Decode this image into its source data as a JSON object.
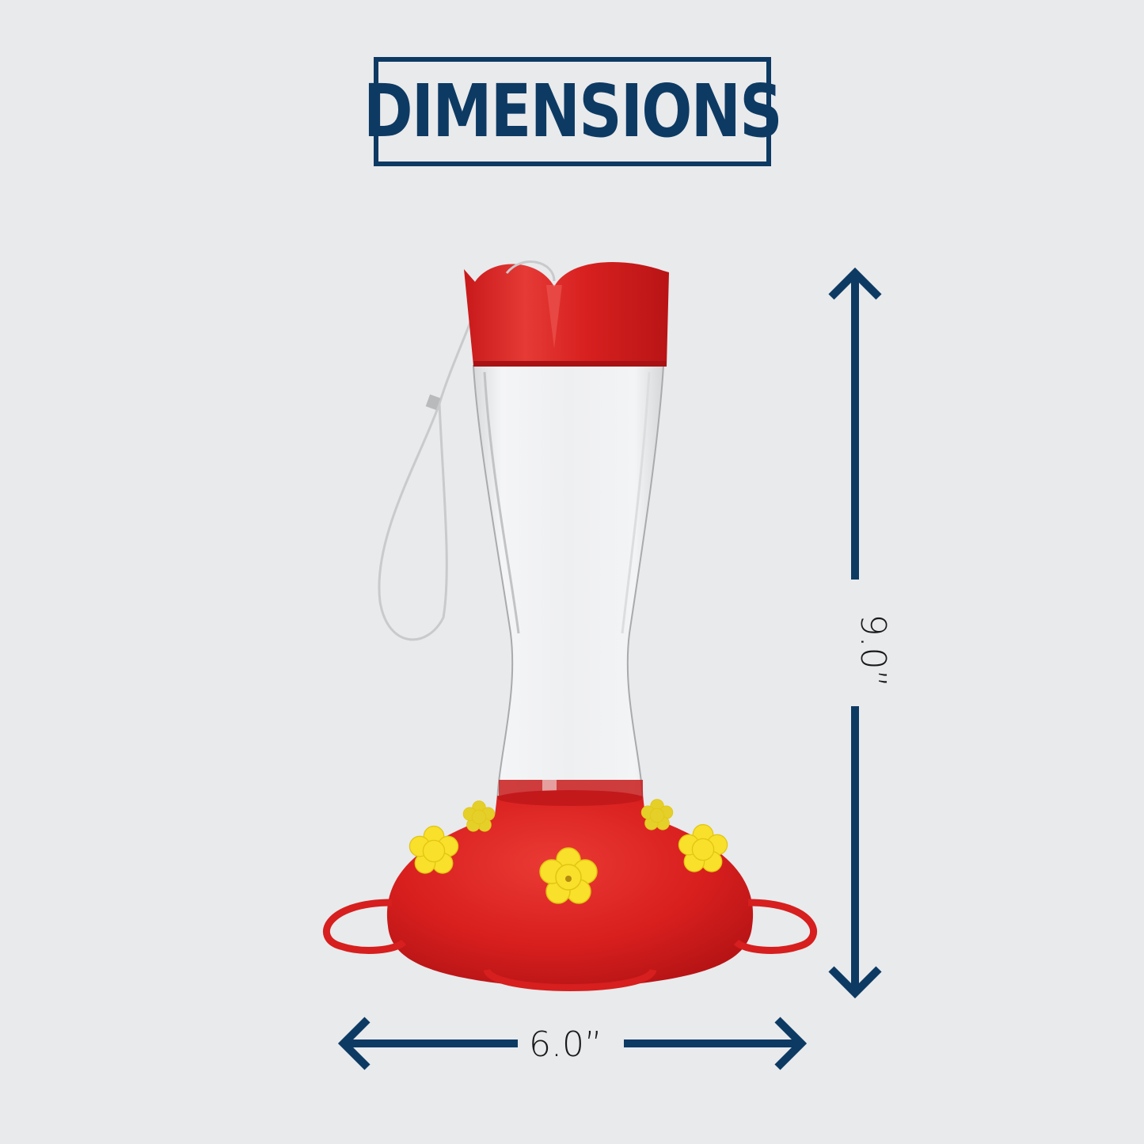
{
  "header": {
    "title": "DIMENSIONS"
  },
  "dimensions": {
    "width_label": "6.0”",
    "height_label": "9.0”"
  },
  "product": {
    "name": "hummingbird-feeder",
    "feeder_ports": 5,
    "perches": 4
  },
  "colors": {
    "background": "#e9eaec",
    "accent_navy": "#0d3a63",
    "feeder_red": "#d9201f",
    "flower_yellow": "#f7e12a",
    "text_dark": "#1a1a1a"
  },
  "icons": {
    "arrow_up": "arrow-up-icon",
    "arrow_down": "arrow-down-icon",
    "arrow_left": "arrow-left-icon",
    "arrow_right": "arrow-right-icon"
  }
}
